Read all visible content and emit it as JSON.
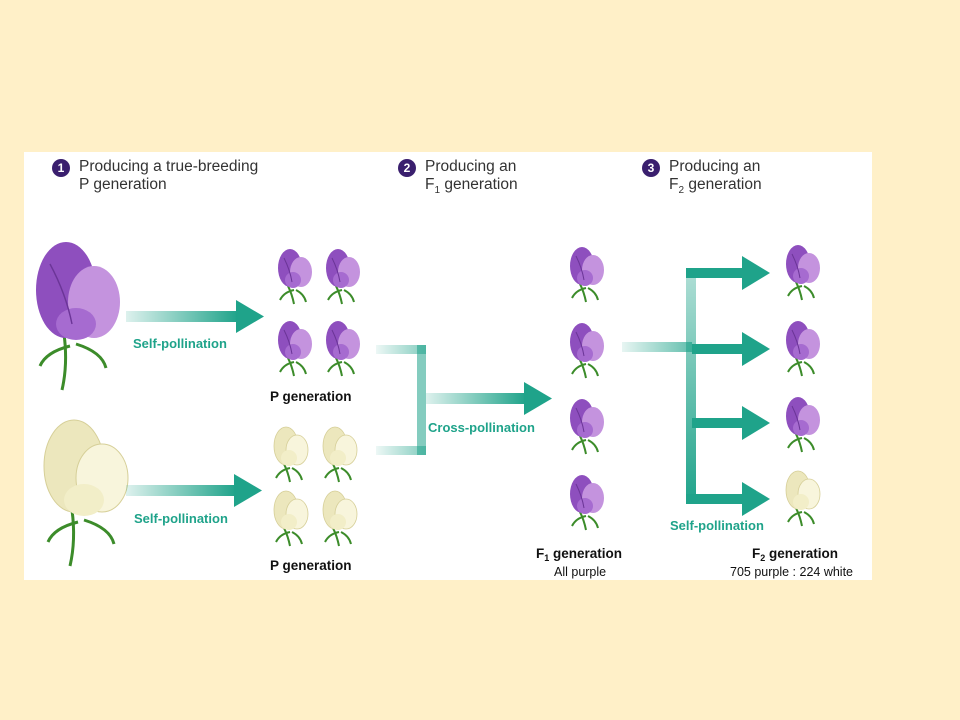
{
  "steps": [
    {
      "number": "1",
      "line1": "Producing a true-breeding",
      "line2": "P generation"
    },
    {
      "number": "2",
      "line1": "Producing an",
      "line2_prefix": "F",
      "line2_sub": "1",
      "line2_suffix": " generation"
    },
    {
      "number": "3",
      "line1": "Producing an",
      "line2_prefix": "F",
      "line2_sub": "2",
      "line2_suffix": " generation"
    }
  ],
  "labels": {
    "self_pollination_top": "Self-pollination",
    "self_pollination_bottom": "Self-pollination",
    "p_generation_top": "P generation",
    "p_generation_bottom": "P generation",
    "cross_pollination": "Cross-pollination",
    "f1_generation_prefix": "F",
    "f1_generation_sub": "1",
    "f1_generation_suffix": " generation",
    "f1_result": "All purple",
    "self_pollination_f2": "Self-pollination",
    "f2_generation_prefix": "F",
    "f2_generation_sub": "2",
    "f2_generation_suffix": " generation",
    "f2_result": "705 purple : 224 white"
  },
  "colors": {
    "background": "#FFF0C8",
    "panel": "#FFFFFF",
    "arrow": "#1FA38A",
    "step_badge": "#3A1F6E",
    "purple_flower": "#9B5CC4",
    "white_flower": "#F2EEC8",
    "stem": "#3C8C2A"
  },
  "icons": {
    "purple": "purple-flower-icon",
    "white": "white-flower-icon"
  }
}
